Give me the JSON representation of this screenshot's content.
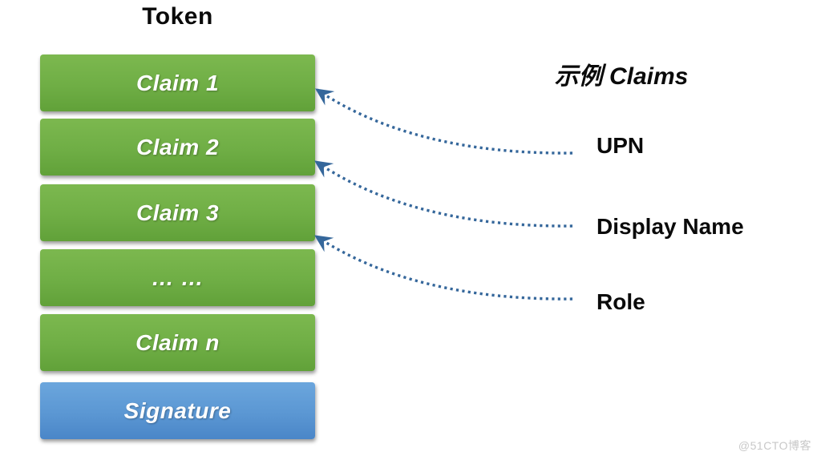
{
  "diagram": {
    "title": "Token",
    "claims_heading": "示例 Claims",
    "token_boxes": [
      {
        "label": "Claim 1",
        "type": "claim"
      },
      {
        "label": "Claim 2",
        "type": "claim"
      },
      {
        "label": "Claim 3",
        "type": "claim"
      },
      {
        "label": "… …",
        "type": "claim"
      },
      {
        "label": "Claim n",
        "type": "claim"
      },
      {
        "label": "Signature",
        "type": "signature"
      }
    ],
    "example_claims": [
      {
        "label": "UPN",
        "points_to": "Claim 1"
      },
      {
        "label": "Display Name",
        "points_to": "Claim 2"
      },
      {
        "label": "Role",
        "points_to": "Claim 3"
      }
    ],
    "colors": {
      "claim_box_top": "#7cb84f",
      "claim_box_bottom": "#61a139",
      "signature_box_top": "#6ba6dd",
      "signature_box_bottom": "#4a86c8",
      "connector_blue": "#35679b",
      "text_black": "#0a0a0a",
      "box_text_white": "#ffffff",
      "watermark_gray": "#c8c8c8"
    },
    "watermark": "@51CTO博客"
  }
}
